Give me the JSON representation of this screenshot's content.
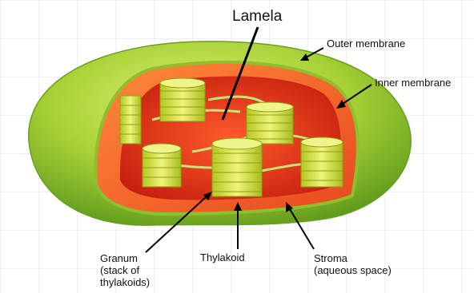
{
  "labels": {
    "lamela": "Lamela",
    "outer_membrane": "Outer membrane",
    "inner_membrane": "Inner membrane",
    "granum": [
      "Granum",
      "(stack of",
      "thylakoids)"
    ],
    "thylakoid": "Thylakoid",
    "stroma": [
      "Stroma",
      "(aqueous space)"
    ]
  },
  "colors": {
    "outer_green": "#9ccc2a",
    "inner_orange": "#f0622a",
    "stroma_red": "#e8341c",
    "thylakoid_yellow": "#d9e64a",
    "arrow": "#000000"
  }
}
